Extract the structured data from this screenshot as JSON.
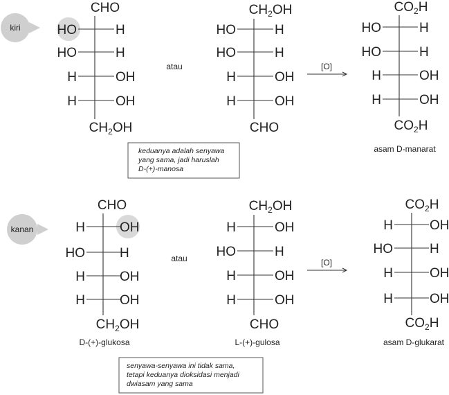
{
  "colors": {
    "ink": "#222222",
    "bond": "#333333",
    "highlight": "#d9d9d9",
    "pointer": "#cfcfcf",
    "note_border": "#555555"
  },
  "pointers": {
    "kiri": "kiri",
    "kanan": "kanan"
  },
  "connectors": {
    "or": "atau",
    "oxidation": "[O]"
  },
  "top": {
    "left": {
      "top_group": "CHO",
      "rows": [
        [
          "HO",
          "H"
        ],
        [
          "HO",
          "H"
        ],
        [
          "H",
          "OH"
        ],
        [
          "H",
          "OH"
        ]
      ],
      "bottom_group": "CH2OH"
    },
    "middle": {
      "top_group": "CH2OH",
      "rows": [
        [
          "HO",
          "H"
        ],
        [
          "HO",
          "H"
        ],
        [
          "H",
          "OH"
        ],
        [
          "H",
          "OH"
        ]
      ],
      "bottom_group": "CHO"
    },
    "right": {
      "top_group": "CO2H",
      "rows": [
        [
          "HO",
          "H"
        ],
        [
          "HO",
          "H"
        ],
        [
          "H",
          "OH"
        ],
        [
          "H",
          "OH"
        ]
      ],
      "bottom_group": "CO2H",
      "name": "asam D-manarat"
    },
    "note": [
      "keduanya adalah senyawa",
      "yang sama, jadi haruslah",
      "D-(+)-manosa"
    ]
  },
  "bottom": {
    "left": {
      "top_group": "CHO",
      "rows": [
        [
          "H",
          "OH"
        ],
        [
          "HO",
          "H"
        ],
        [
          "H",
          "OH"
        ],
        [
          "H",
          "OH"
        ]
      ],
      "bottom_group": "CH2OH",
      "name": "D-(+)-glukosa"
    },
    "middle": {
      "top_group": "CH2OH",
      "rows": [
        [
          "H",
          "OH"
        ],
        [
          "HO",
          "H"
        ],
        [
          "H",
          "OH"
        ],
        [
          "H",
          "OH"
        ]
      ],
      "bottom_group": "CHO",
      "name": "L-(+)-gulosa"
    },
    "right": {
      "top_group": "CO2H",
      "rows": [
        [
          "H",
          "OH"
        ],
        [
          "HO",
          "H"
        ],
        [
          "H",
          "OH"
        ],
        [
          "H",
          "OH"
        ]
      ],
      "bottom_group": "CO2H",
      "name": "asam D-glukarat"
    },
    "note": [
      "senyawa-senyawa ini tidak sama,",
      "tetapi keduanya dioksidasi menjadi",
      "dwiasam yang sama"
    ]
  }
}
